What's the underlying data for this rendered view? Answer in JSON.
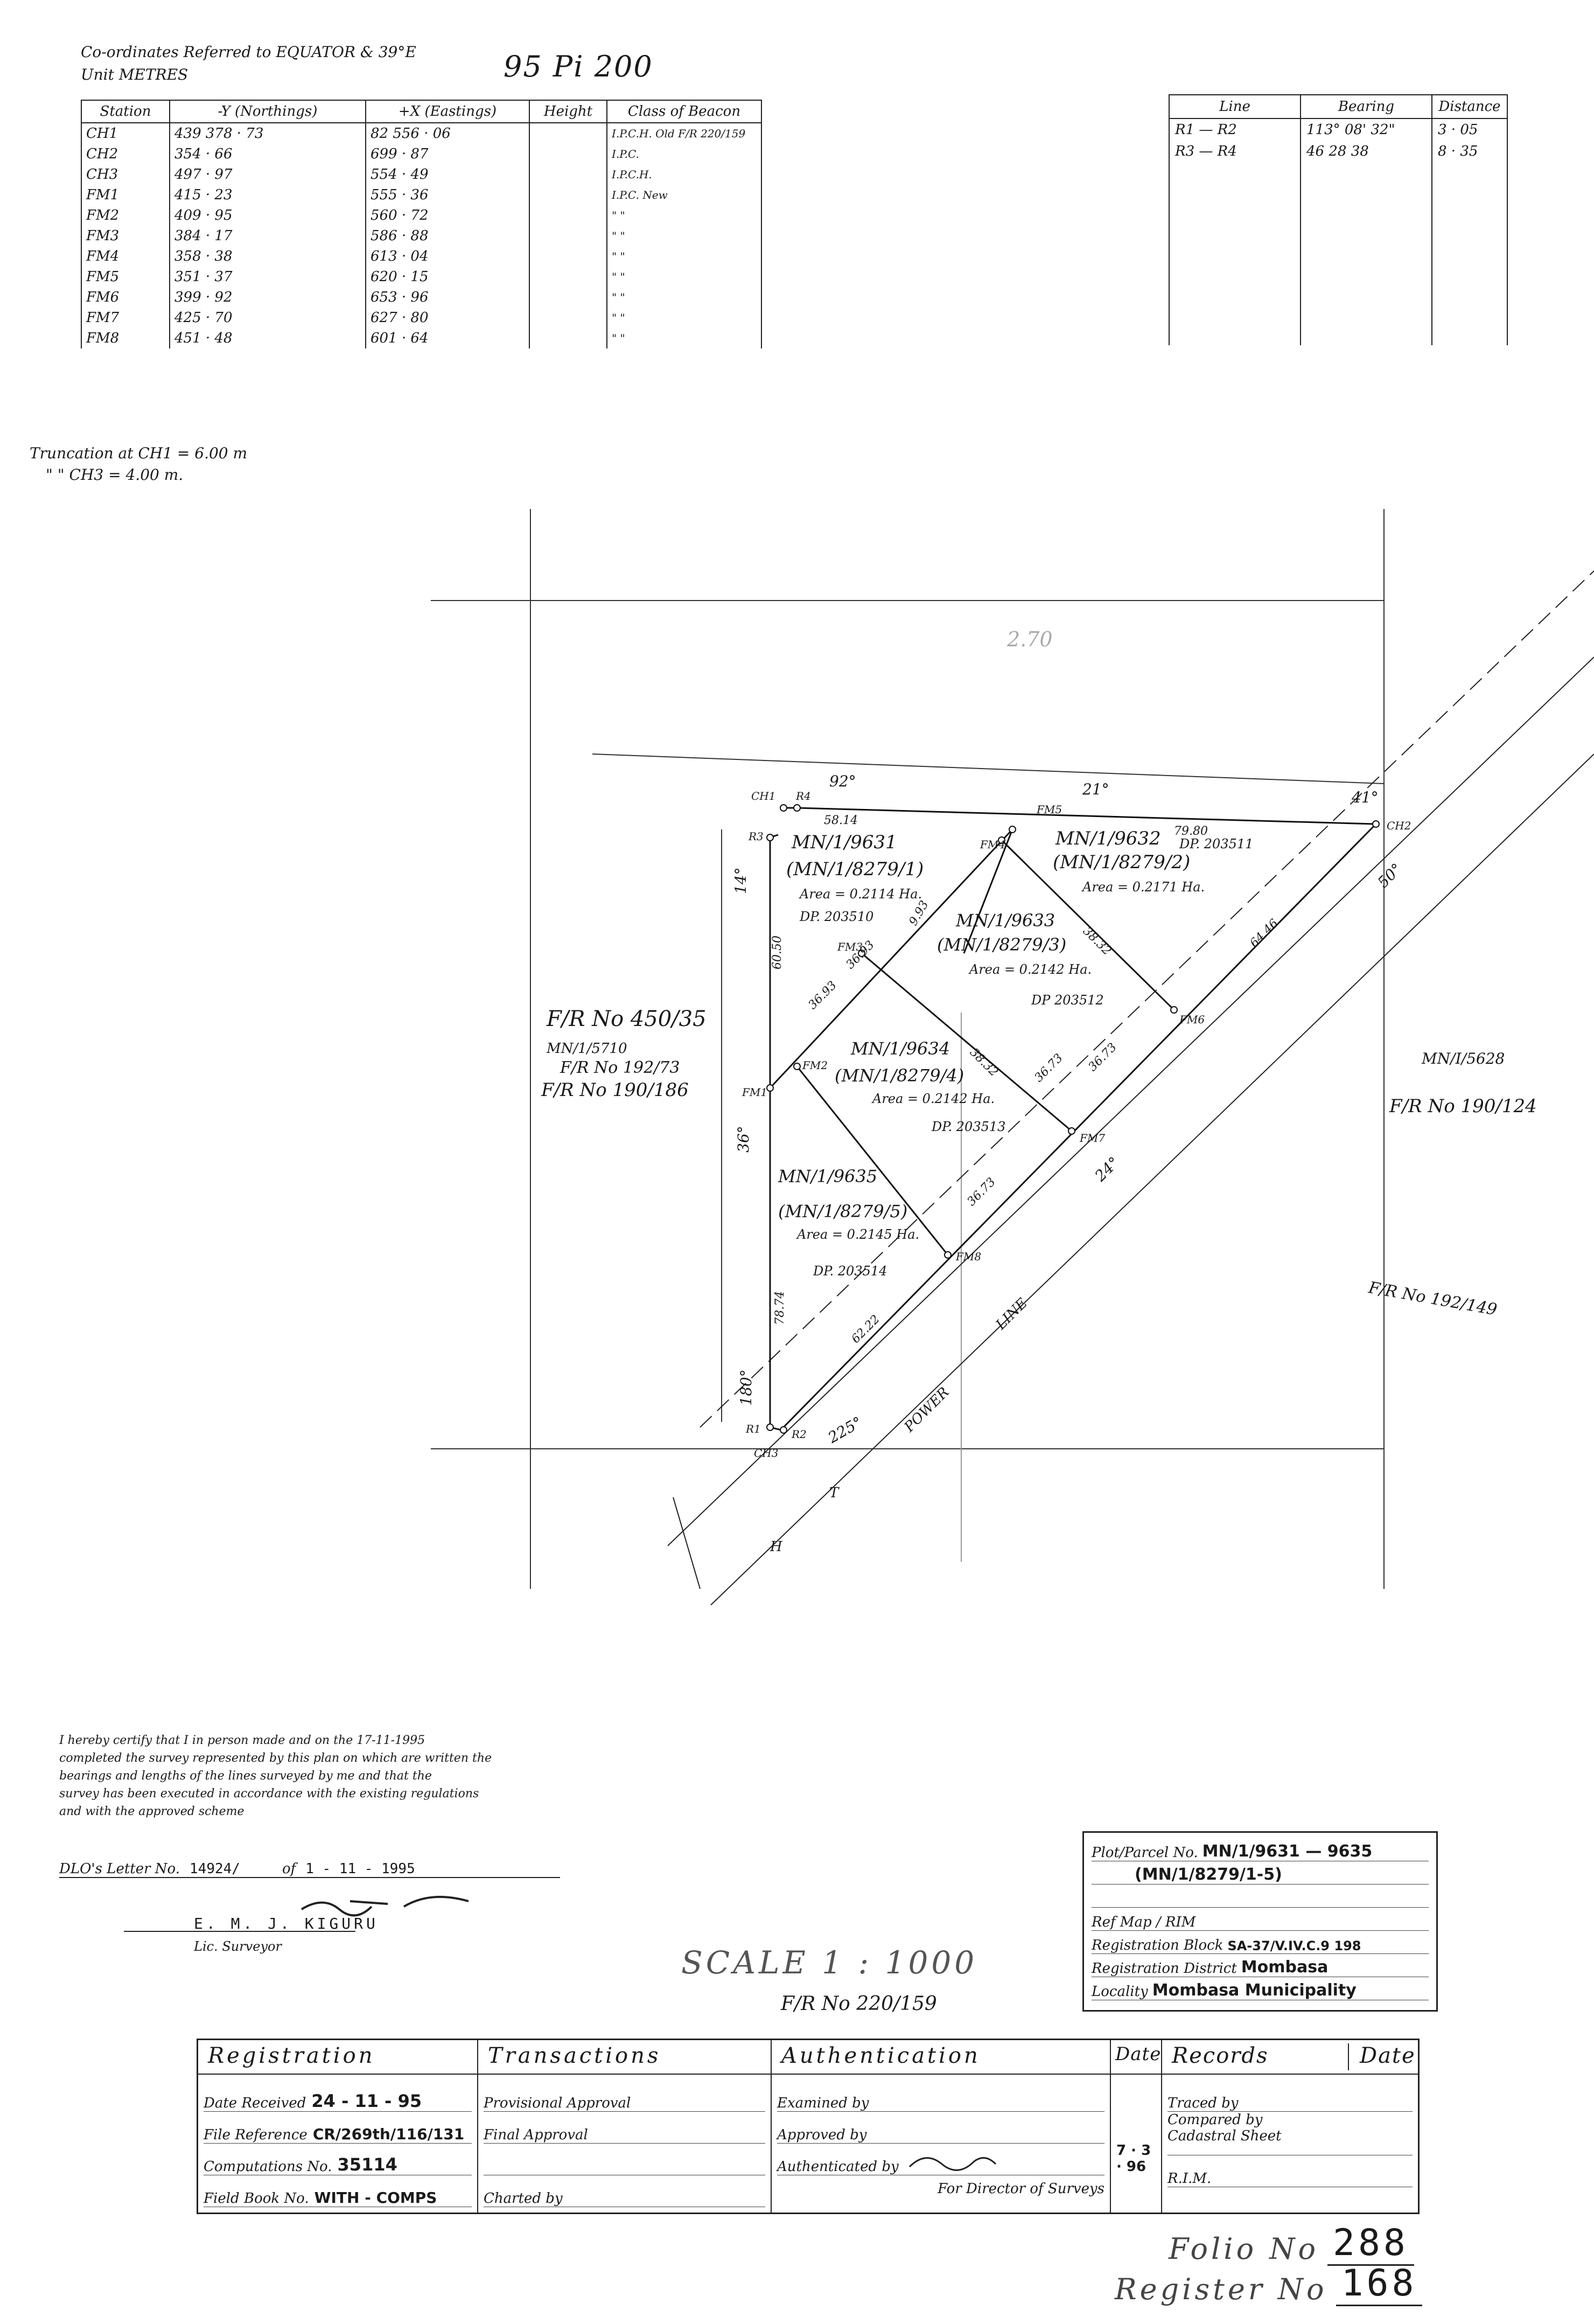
{
  "header": {
    "coord_note_line1": "Co-ordinates Referred to EQUATOR & 39°E",
    "coord_note_line2": "Unit   METRES",
    "plan_number": "95 Pi 200"
  },
  "coordinates_table": {
    "headers": [
      "Station",
      "-Y (Northings)",
      "+X (Eastings)",
      "Height",
      "Class of Beacon"
    ],
    "rows": [
      {
        "station": "CH1",
        "y": "439 378 · 73",
        "x": "82 556 · 06",
        "height": "",
        "beacon": "I.P.C.H. Old F/R 220/159"
      },
      {
        "station": "CH2",
        "y": "354 · 66",
        "x": "699 · 87",
        "height": "",
        "beacon": "I.P.C."
      },
      {
        "station": "CH3",
        "y": "497 · 97",
        "x": "554 · 49",
        "height": "",
        "beacon": "I.P.C.H."
      },
      {
        "station": "FM1",
        "y": "415 · 23",
        "x": "555 · 36",
        "height": "",
        "beacon": "I.P.C. New"
      },
      {
        "station": "FM2",
        "y": "409 · 95",
        "x": "560 · 72",
        "height": "",
        "beacon": "\"    \""
      },
      {
        "station": "FM3",
        "y": "384 · 17",
        "x": "586 · 88",
        "height": "",
        "beacon": "\"    \""
      },
      {
        "station": "FM4",
        "y": "358 · 38",
        "x": "613 · 04",
        "height": "",
        "beacon": "\"    \""
      },
      {
        "station": "FM5",
        "y": "351 · 37",
        "x": "620 · 15",
        "height": "",
        "beacon": "\"    \""
      },
      {
        "station": "FM6",
        "y": "399 · 92",
        "x": "653 · 96",
        "height": "",
        "beacon": "\"    \""
      },
      {
        "station": "FM7",
        "y": "425 · 70",
        "x": "627 · 80",
        "height": "",
        "beacon": "\"    \""
      },
      {
        "station": "FM8",
        "y": "451 · 48",
        "x": "601 · 64",
        "height": "",
        "beacon": "\"    \""
      }
    ]
  },
  "bearing_table": {
    "headers": [
      "Line",
      "Bearing",
      "Distance"
    ],
    "rows": [
      {
        "line": "R1 — R2",
        "bearing": "113° 08' 32\"",
        "distance": "3 · 05"
      },
      {
        "line": "R3 — R4",
        "bearing": "46  28  38",
        "distance": "8 · 35"
      }
    ]
  },
  "truncation": {
    "line1": "Truncation at CH1 = 6.00 m",
    "line2": "\"      \" CH3 = 4.00 m."
  },
  "plan": {
    "stations": {
      "CH1": "CH1",
      "CH2": "CH2",
      "CH3": "CH3",
      "R1": "R1",
      "R2": "R2",
      "R3": "R3",
      "R4": "R4",
      "FM1": "FM1",
      "FM2": "FM2",
      "FM3": "FM3",
      "FM4": "FM4",
      "FM5": "FM5",
      "FM6": "FM6",
      "FM7": "FM7",
      "FM8": "FM8"
    },
    "parcels": [
      {
        "no": "MN/1/9631",
        "old": "(MN/1/8279/1)",
        "area": "Area = 0.2114 Ha.",
        "dp": "DP. 203510"
      },
      {
        "no": "MN/1/9632",
        "old": "(MN/1/8279/2)",
        "area": "Area = 0.2171 Ha.",
        "dp": "DP. 203511"
      },
      {
        "no": "MN/1/9633",
        "old": "(MN/1/8279/3)",
        "area": "Area = 0.2142 Ha.",
        "dp": "DP 203512"
      },
      {
        "no": "MN/1/9634",
        "old": "(MN/1/8279/4)",
        "area": "Area = 0.2142 Ha.",
        "dp": "DP. 203513"
      },
      {
        "no": "MN/1/9635",
        "old": "(MN/1/8279/5)",
        "area": "Area = 0.2145 Ha.",
        "dp": "DP. 203514"
      }
    ],
    "neighbours": {
      "west1": "F/R No 450/35",
      "west2": "MN/1/5710",
      "west3": "F/R No 192/73",
      "west4": "F/R No 190/186",
      "east1": "MN/I/5628",
      "east2": "F/R No 190/124",
      "east3": "F/R No 192/149"
    },
    "dimensions": {
      "top": "58.14",
      "top2": "79.80",
      "left1": "60.50",
      "left2": "78.74",
      "diag1": "36.93",
      "diag2": "36.73",
      "diag3": "36.73",
      "diag4": "36.73",
      "hyp": "62.22",
      "hyp2": "64.46",
      "inner1": "38.32",
      "inner2": "38.32",
      "small1": "9.93",
      "small2": "36.93"
    },
    "bearings": {
      "b92": "92°",
      "b21": "21°",
      "b41": "41°",
      "b50": "50°",
      "b14": "14°",
      "b36": "36°",
      "b180": "180°",
      "b225": "225°",
      "b24": "24°"
    },
    "road": {
      "w1": "POWER",
      "w2": "LINE",
      "w3": "H",
      "w4": "T"
    },
    "faint": "2.70"
  },
  "certificate": {
    "line1": "I hereby certify that I in person made and on the 17-11-1995",
    "line2": "completed the survey represented by this plan on which are written the",
    "line3": "bearings and lengths of the lines surveyed by me and that the",
    "line4": "survey has been executed in accordance with the existing regulations",
    "line5": "and with the approved scheme",
    "dlo_label": "DLO's Letter No.",
    "dlo_no": "14924/",
    "dlo_of": "of",
    "dlo_date": "1 - 11 - 1995",
    "surveyor": "E. M. J. KIGURU",
    "title": "Lic. Surveyor"
  },
  "scale": {
    "label": "SCALE 1 : 1000",
    "fr": "F/R No 220/159"
  },
  "parcel_box": {
    "plot_label": "Plot/Parcel No.",
    "plot_value": "MN/1/9631 — 9635",
    "plot_value2": "(MN/1/8279/1-5)",
    "ref_label": "Ref Map / RIM",
    "block_label": "Registration Block",
    "block_value": "SA-37/V.IV.C.9 198",
    "district_label": "Registration District",
    "district_value": "Mombasa",
    "locality_label": "Locality",
    "locality_value": "Mombasa Municipality"
  },
  "registration": {
    "heads": [
      "Registration",
      "Transactions",
      "Authentication",
      "Date",
      "Records",
      "Date"
    ],
    "date_received_label": "Date Received",
    "date_received": "24 - 11 - 95",
    "file_ref_label": "File Reference",
    "file_ref": "CR/269th/116/131",
    "computations_label": "Computations No.",
    "computations": "35114",
    "field_book_label": "Field Book No.",
    "field_book": "WITH - COMPS",
    "provisional": "Provisional Approval",
    "final": "Final Approval",
    "charted": "Charted by",
    "examined": "Examined by",
    "approved": "Approved by",
    "authenticated": "Authenticated by",
    "for_director": "For Director of Surveys",
    "auth_date": "7 · 3 · 96",
    "traced": "Traced by",
    "compared": "Compared by",
    "cadastral": "Cadastral Sheet",
    "rim": "R.I.M."
  },
  "folio": {
    "label": "Folio No",
    "value": "288"
  },
  "register": {
    "label": "Register No",
    "value": "168"
  }
}
